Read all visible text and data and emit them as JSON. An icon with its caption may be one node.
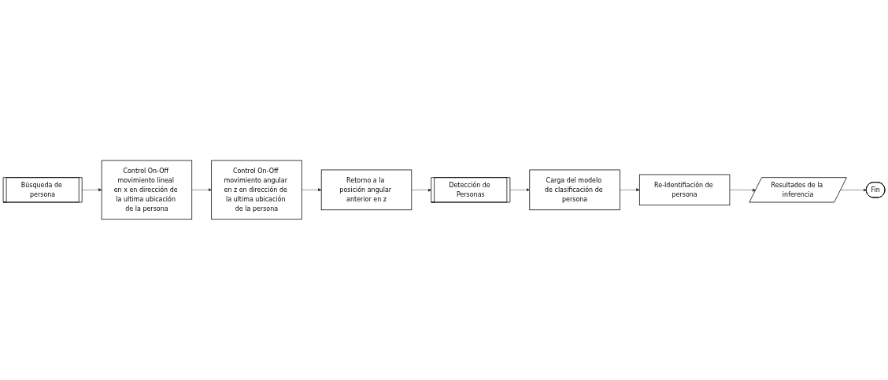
{
  "diagram": {
    "nodes": [
      {
        "text": [
          "Búsqueda de persona"
        ]
      },
      {
        "text": [
          "Control On-Off movimiento lineal en x en dirección de la ultima ubicación de la persona"
        ]
      },
      {
        "text": [
          "Control On-Off movimiento angular en z en dirección de la ultima ubicación de la persona"
        ]
      },
      {
        "text": [
          "Retorno a la posición angular anterior en z"
        ]
      },
      {
        "text": [
          "Detección de Personas"
        ]
      },
      {
        "text": [
          "Carga del modelo de clasificación de persona"
        ]
      },
      {
        "text": [
          "Re-Identifiación de persona"
        ]
      },
      {
        "text": [
          "Resultados de la inferencia"
        ]
      },
      {
        "text": [
          "Fin"
        ]
      }
    ],
    "edges": [
      {
        "from": 0,
        "to": 1,
        "arrow": "to"
      },
      {
        "from": 1,
        "to": 2,
        "arrow": "to"
      },
      {
        "from": 2,
        "to": 3,
        "arrow": "to"
      },
      {
        "from": 3,
        "to": 4,
        "arrow": "to"
      },
      {
        "from": 4,
        "to": 5,
        "arrow": "to"
      },
      {
        "from": 5,
        "to": 6,
        "arrow": "to"
      },
      {
        "from": 6,
        "to": 7,
        "arrow": "to"
      },
      {
        "from": 7,
        "to": 8,
        "arrow": "to"
      }
    ]
  }
}
